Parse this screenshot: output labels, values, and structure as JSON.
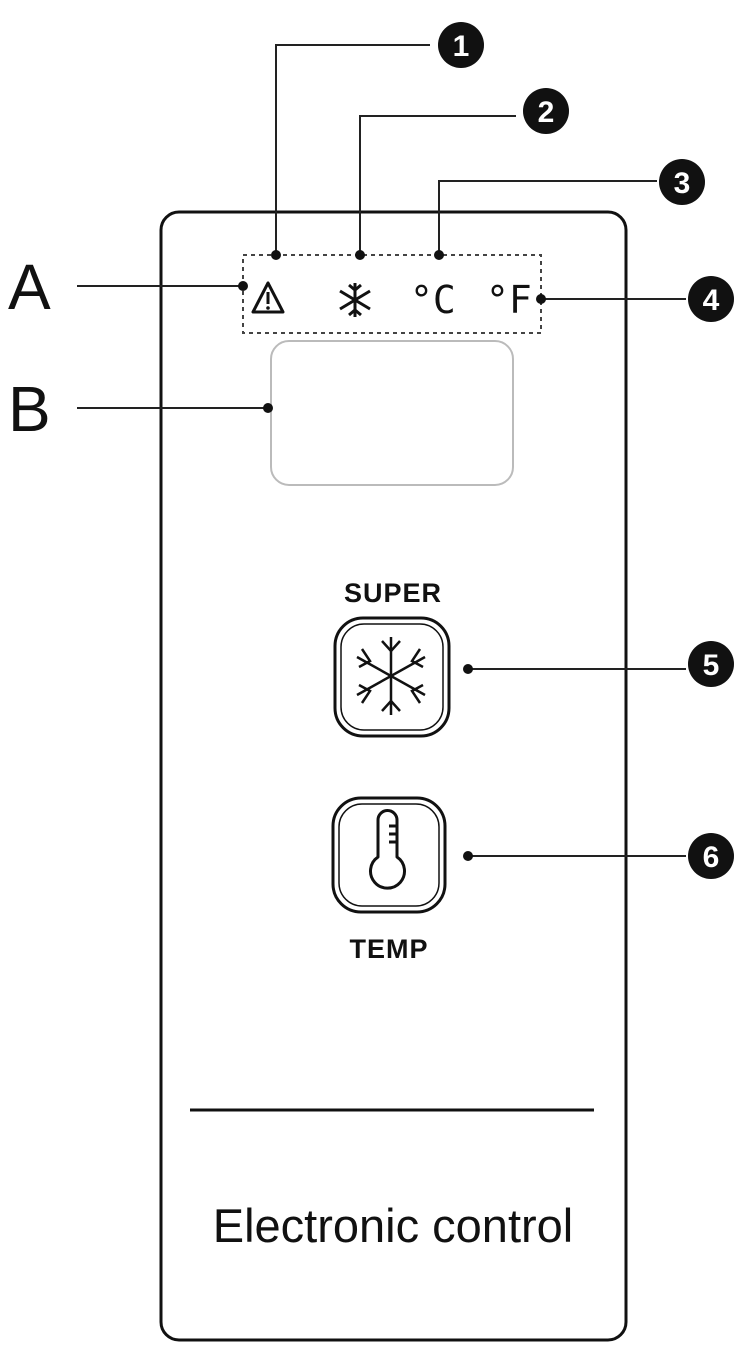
{
  "panel": {
    "section_labels": {
      "indicator_row": "A",
      "display": "B"
    },
    "indicators": {
      "celsius": "°C",
      "fahrenheit": "°F"
    },
    "super_button": {
      "label": "SUPER"
    },
    "temp_button": {
      "label": "TEMP"
    },
    "title": "Electronic control"
  },
  "callouts": [
    "1",
    "2",
    "3",
    "4",
    "5",
    "6"
  ],
  "icons": {
    "alarm": "warning-triangle-icon",
    "freeze": "snowflake-icon",
    "super": "snowflake-icon",
    "temp": "thermometer-icon"
  },
  "colors": {
    "ink": "#111111",
    "background": "#ffffff",
    "display_border": "#bbbbbb"
  }
}
